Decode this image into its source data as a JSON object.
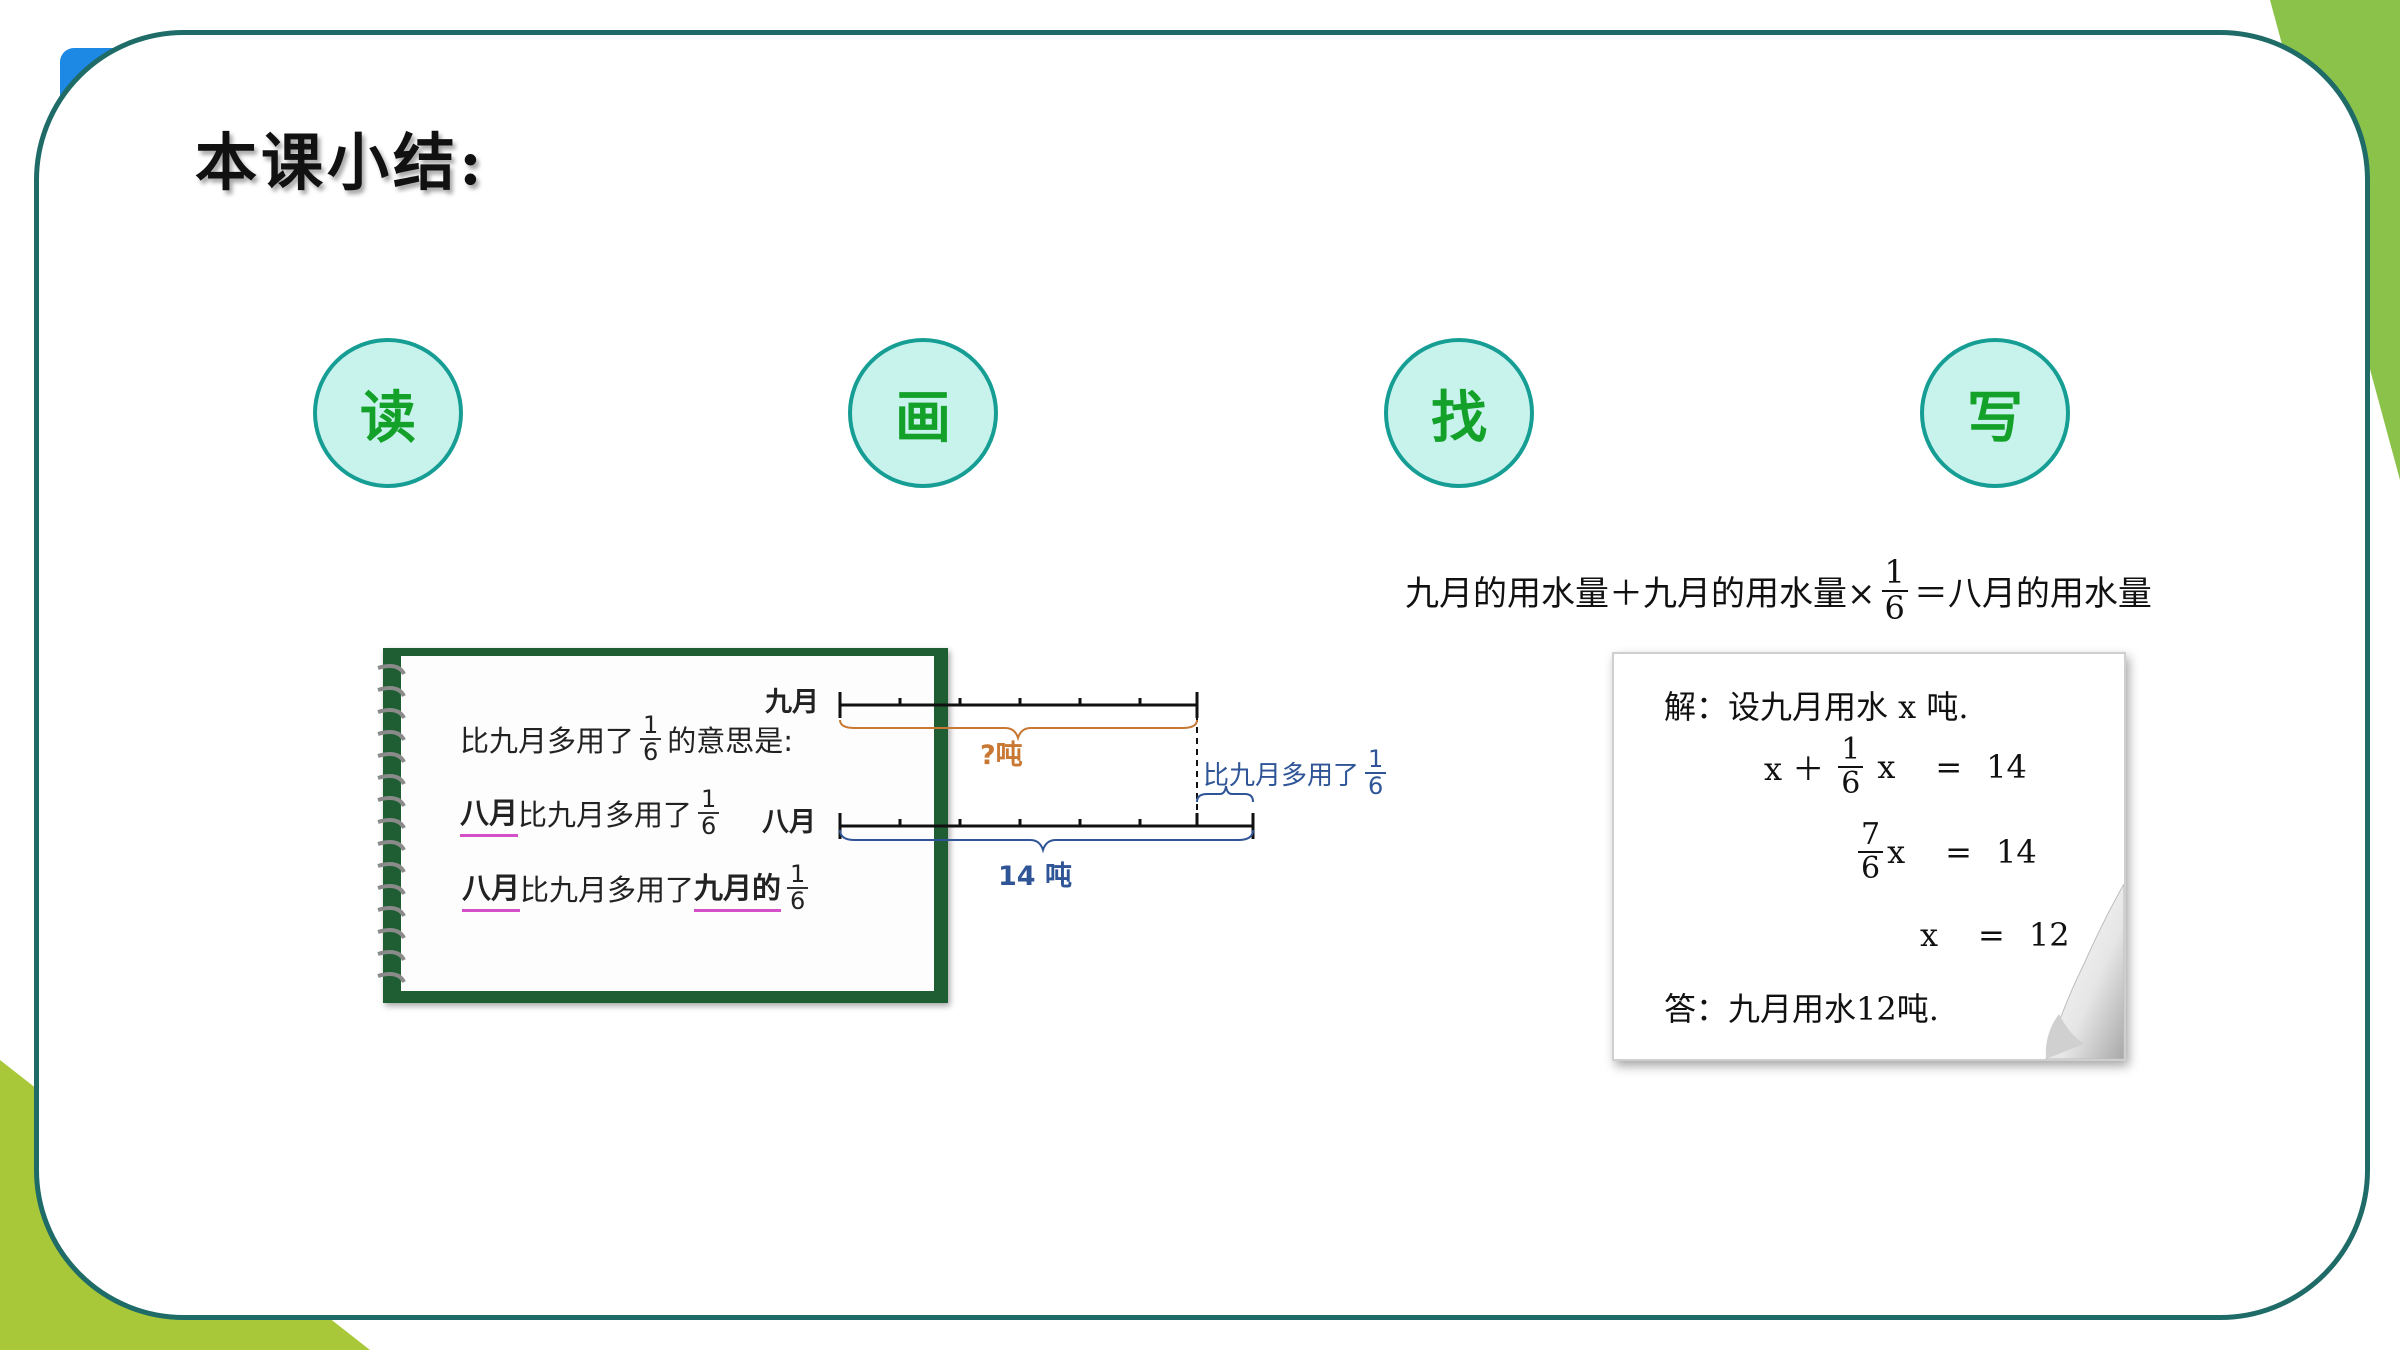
{
  "colors": {
    "frame": "#1e6b68",
    "accent_green": "#8bc34a",
    "accent_blue": "#1e88e5",
    "circle_fill": "#c8f2ec",
    "circle_text": "#14a12a",
    "orange": "#c87833",
    "navy": "#2f5597"
  },
  "title": "本课小结:",
  "steps": [
    "读",
    "画",
    "找",
    "写"
  ],
  "notebook": {
    "line1_pre": "比九月多用了",
    "line1_post": "的意思是:",
    "line2_a": "八月",
    "line2_b": "比九月多用了",
    "line3_a": "八月",
    "line3_b": "比九月多用了",
    "line3_c": "九月的",
    "frac_num": "1",
    "frac_den": "6"
  },
  "diagram": {
    "label_sep": "九月",
    "label_aug": "八月",
    "unknown": "?吨",
    "total": "14 吨",
    "extra_label": "比九月多用了",
    "extra_num": "1",
    "extra_den": "6"
  },
  "equation": {
    "left": "九月的用水量＋九月的用水量×",
    "num": "1",
    "den": "6",
    "right": "＝八月的用水量"
  },
  "solution": {
    "line1": "解：设九月用水 x 吨.",
    "l2_a": "x ＋",
    "l2_num": "1",
    "l2_den": "6",
    "l2_b": "x",
    "l2_eq": "=",
    "l2_r": "14",
    "l3_num": "7",
    "l3_den": "6",
    "l3_b": "x",
    "l3_eq": "=",
    "l3_r": "14",
    "l4_b": "x",
    "l4_eq": "=",
    "l4_r": "12",
    "answer": "答：九月用水12吨."
  }
}
